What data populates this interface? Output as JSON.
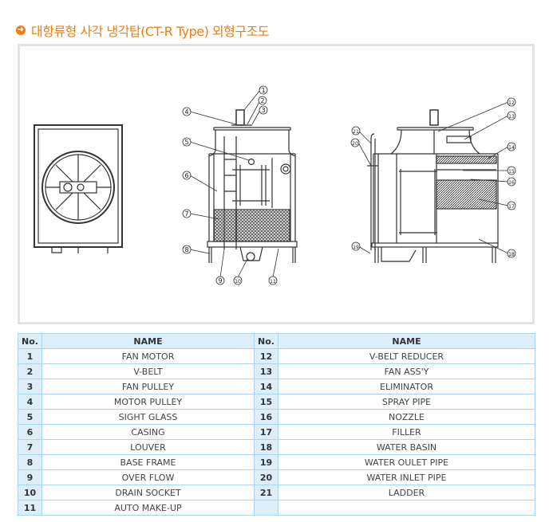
{
  "title": "대항류형 사각 냉각탑(CT-R Type) 외형구조도",
  "callouts": [
    "1",
    "2",
    "3",
    "4",
    "5",
    "6",
    "7",
    "8",
    "9",
    "10",
    "11",
    "12",
    "13",
    "14",
    "15",
    "16",
    "17",
    "18",
    "19",
    "20",
    "21"
  ],
  "table": {
    "headers": [
      "No.",
      "NAME",
      "No.",
      "NAME"
    ],
    "rows": [
      [
        "1",
        "FAN MOTOR",
        "12",
        "V-BELT REDUCER"
      ],
      [
        "2",
        "V-BELT",
        "13",
        "FAN ASS'Y"
      ],
      [
        "3",
        "FAN PULLEY",
        "14",
        "ELIMINATOR"
      ],
      [
        "4",
        "MOTOR PULLEY",
        "15",
        "SPRAY PIPE"
      ],
      [
        "5",
        "SIGHT GLASS",
        "16",
        "NOZZLE"
      ],
      [
        "6",
        "CASING",
        "17",
        "FILLER"
      ],
      [
        "7",
        "LOUVER",
        "18",
        "WATER BASIN"
      ],
      [
        "8",
        "BASE FRAME",
        "19",
        "WATER OULET PIPE"
      ],
      [
        "9",
        "OVER FLOW",
        "20",
        "WATER INLET PIPE"
      ],
      [
        "10",
        "DRAIN SOCKET",
        "21",
        "LADDER"
      ],
      [
        "11",
        "AUTO MAKE-UP",
        "",
        ""
      ]
    ]
  }
}
